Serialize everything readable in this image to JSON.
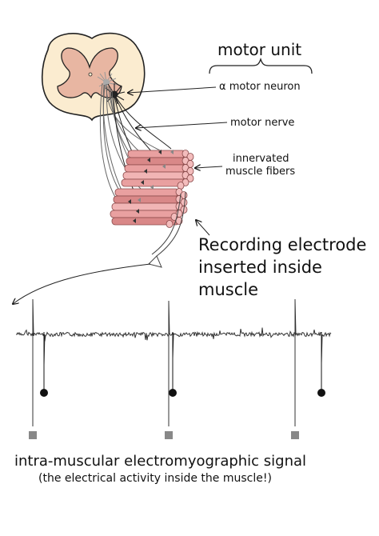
{
  "labels": {
    "motor_unit": "motor unit",
    "alpha_motor_neuron": "α motor neuron",
    "motor_nerve": "motor nerve",
    "innervated_line1": "innervated",
    "innervated_line2": "muscle fibers",
    "recording_line1": "Recording electrode",
    "recording_line2": "inserted inside",
    "recording_line3": "muscle",
    "signal_title": "intra-muscular electromyographic signal",
    "signal_subtitle": "(the electrical activity inside the muscle!)"
  },
  "colors": {
    "grey_matter": "#e8b6a2",
    "white_matter": "#fbecd0",
    "muscle_fiber": "#e9a0a0",
    "muscle_fiber_dark": "#d98888",
    "line": "#222222",
    "marker_square": "#888888"
  },
  "icons": [
    "spinal-cord-cross-section-icon",
    "motor-neuron-icon",
    "muscle-bundle-icon",
    "electrode-icon"
  ]
}
